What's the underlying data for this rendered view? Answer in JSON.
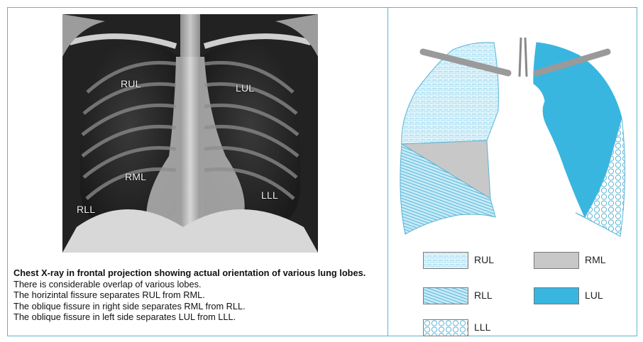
{
  "xray": {
    "labels": {
      "rul": "RUL",
      "lul": "LUL",
      "rml": "RML",
      "lll": "LLL",
      "rll": "RLL"
    }
  },
  "caption": {
    "title": "Chest X-ray in frontal projection showing actual orientation of various lung lobes.",
    "lines": [
      "There is considerable overlap of various lobes.",
      "The horizintal fissure separates RUL from RML.",
      "The oblique fissure in right side separates RML from RLL.",
      "The oblique fissure in left side separates LUL from LLL."
    ]
  },
  "legend": {
    "rul": "RUL",
    "rml": "RML",
    "rll": "RLL",
    "lul": "LUL",
    "lll": "LLL"
  },
  "colors": {
    "border": "#5ab4d6",
    "lobe_blue": "#38b6e0",
    "pale_blue": "#c9ecf8",
    "rml_gray": "#c8c8c8",
    "bone": "#9a9a9a"
  }
}
